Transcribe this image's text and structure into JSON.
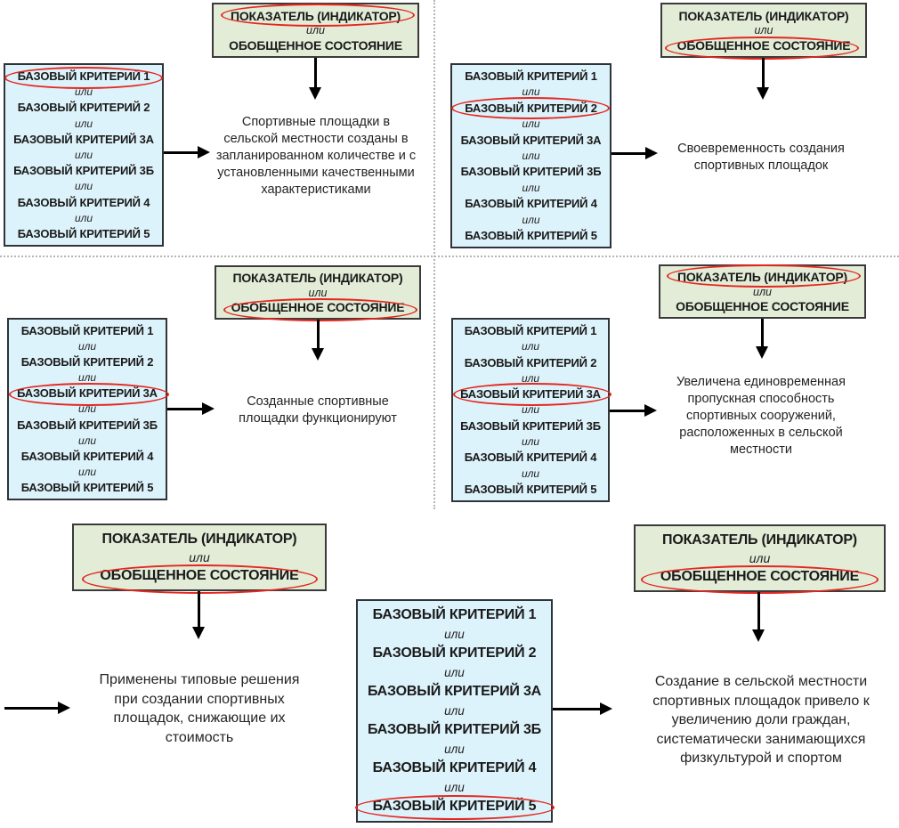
{
  "colors": {
    "indicator_box_fill": "#e2ecd7",
    "criteria_box_fill": "#ddf3fb",
    "box_border": "#3a3a3a",
    "highlight_ellipse_red": "#e5261f",
    "arrow": "#000000",
    "divider_dotted_gray": "#b5b5b5"
  },
  "shared": {
    "or": "или",
    "indicator": "ПОКАЗАТЕЛЬ (ИНДИКАТОР)",
    "generalized": "ОБОБЩЕННОЕ СОСТОЯНИЕ",
    "criteria": [
      "БАЗОВЫЙ КРИТЕРИЙ 1",
      "БАЗОВЫЙ КРИТЕРИЙ 2",
      "БАЗОВЫЙ КРИТЕРИЙ 3А",
      "БАЗОВЫЙ КРИТЕРИЙ 3Б",
      "БАЗОВЫЙ КРИТЕРИЙ 4",
      "БАЗОВЫЙ КРИТЕРИЙ 5"
    ]
  },
  "panels": {
    "top_left": {
      "circled": [
        "ПОКАЗАТЕЛЬ (ИНДИКАТОР)",
        "БАЗОВЫЙ КРИТЕРИЙ 1"
      ],
      "outcome": [
        "Спортивные площадки в",
        "сельской местности созданы в",
        "запланированном количестве и с",
        "установленными качественными",
        "характеристиками"
      ]
    },
    "top_right": {
      "circled": [
        "ОБОБЩЕННОЕ СОСТОЯНИЕ",
        "БАЗОВЫЙ КРИТЕРИЙ 2"
      ],
      "outcome": [
        "Своевременность создания",
        "спортивных площадок"
      ]
    },
    "mid_left": {
      "circled": [
        "ОБОБЩЕННОЕ СОСТОЯНИЕ",
        "БАЗОВЫЙ КРИТЕРИЙ 3А"
      ],
      "outcome": [
        "Созданные спортивные",
        "площадки функционируют"
      ]
    },
    "mid_right": {
      "circled": [
        "ПОКАЗАТЕЛЬ (ИНДИКАТОР)",
        "БАЗОВЫЙ КРИТЕРИЙ 3А"
      ],
      "outcome": [
        "Увеличена единовременная",
        "пропускная способность",
        "спортивных сооружений,",
        "расположенных в сельской",
        "местности"
      ]
    },
    "bottom_left": {
      "circled": [
        "ОБОБЩЕННОЕ СОСТОЯНИЕ"
      ],
      "outcome": [
        "Применены типовые решения",
        "при создании спортивных",
        "площадок, снижающие их",
        "стоимость"
      ]
    },
    "bottom_right": {
      "circled": [
        "ОБОБЩЕННОЕ СОСТОЯНИЕ",
        "БАЗОВЫЙ КРИТЕРИЙ 5"
      ],
      "outcome": [
        "Создание в сельской местности",
        "спортивных площадок привело к",
        "увеличению доли граждан,",
        "систематически занимающихся",
        "физкультурой и спортом"
      ]
    }
  }
}
